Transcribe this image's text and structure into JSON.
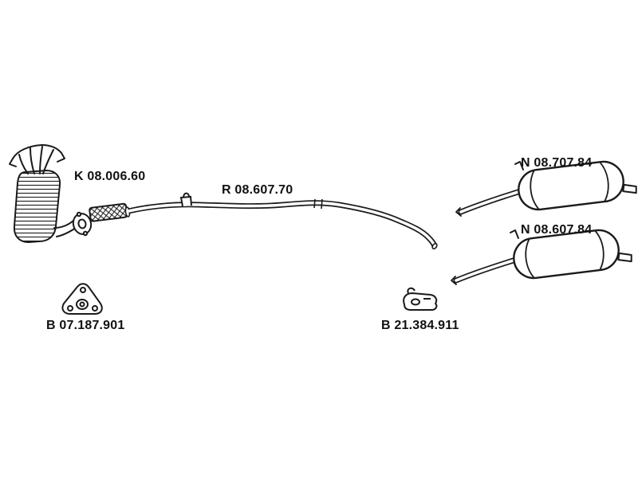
{
  "page": {
    "background_color": "#ffffff",
    "line_color": "#1a1a1a",
    "kind": "exhaust-system-parts-diagram"
  },
  "labels": {
    "manifold": "K 08.006.60",
    "center_pipe": "R 08.607.70",
    "muffler_top": "N 08.707.84",
    "muffler_bottom": "N 08.607.84",
    "gasket": "B 07.187.901",
    "mount": "B 21.384.911"
  }
}
